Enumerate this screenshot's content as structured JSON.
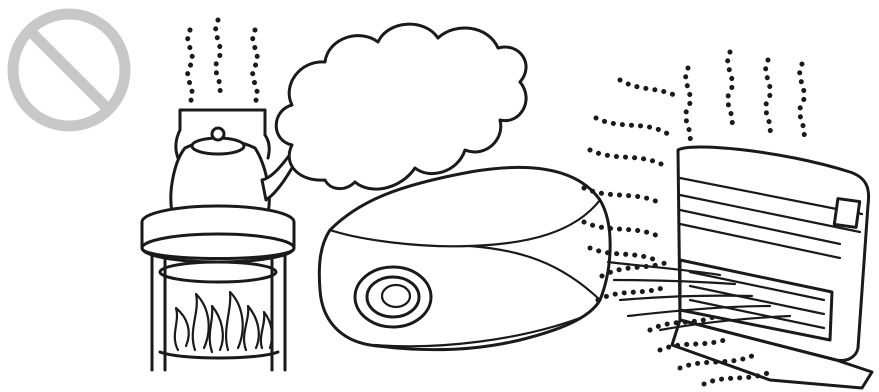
{
  "prohibition_sign": {
    "icon": "prohibited-icon",
    "color": "#c8c8c8"
  },
  "illustration": {
    "line_color": "#1a1a1a",
    "elements": [
      "kettle-on-stove",
      "steam-cloud",
      "projector",
      "heater"
    ]
  }
}
